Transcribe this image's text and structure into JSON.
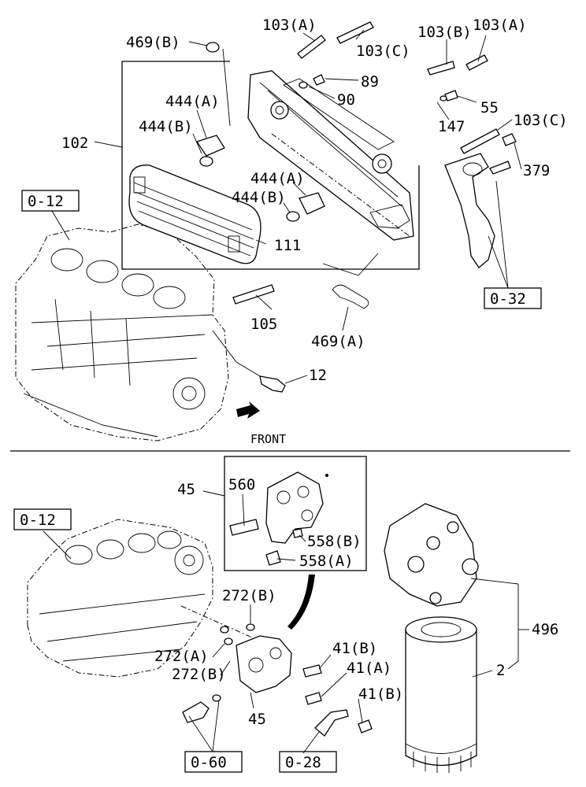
{
  "labels": {
    "l469b": "469(B)",
    "l103a_top": "103(A)",
    "l103c_top": "103(C)",
    "l103b": "103(B)",
    "l103a_right": "103(A)",
    "l89": "89",
    "l90": "90",
    "l444a_top": "444(A)",
    "l444b_top": "444(B)",
    "l55": "55",
    "l147": "147",
    "l103c_right": "103(C)",
    "l102": "102",
    "l379": "379",
    "l444a_mid": "444(A)",
    "l444b_mid": "444(B)",
    "l111": "111",
    "l105": "105",
    "l469a": "469(A)",
    "l12": "12",
    "front": "FRONT",
    "l45_top": "45",
    "l560": "560",
    "l558b": "558(B)",
    "l558a": "558(A)",
    "l272b_top": "272(B)",
    "l272a": "272(A)",
    "l272b_bot": "272(B)",
    "l41b_top": "41(B)",
    "l41a": "41(A)",
    "l41b_bot": "41(B)",
    "l45_bot": "45",
    "l496": "496",
    "l2": "2"
  },
  "refs": {
    "ref012_top": "0-12",
    "ref032": "0-32",
    "ref012_bot": "0-12",
    "ref060": "0-60",
    "ref028": "0-28"
  }
}
